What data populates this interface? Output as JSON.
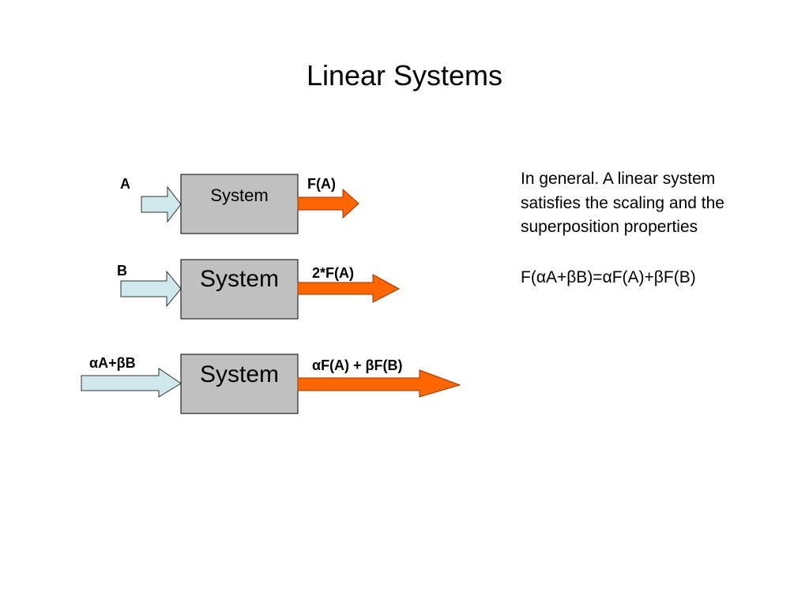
{
  "slide": {
    "title": "Linear Systems"
  },
  "diagram": {
    "rows": [
      {
        "input_label": "A",
        "system_label": "System",
        "output_label": "F(A)"
      },
      {
        "input_label": "B",
        "system_label": "System",
        "output_label": "2*F(A)"
      },
      {
        "input_label": "αA+βB",
        "system_label": "System",
        "output_label": "αF(A) + βF(B)"
      }
    ],
    "colors": {
      "input_arrow_fill": "#cfe8ec",
      "input_arrow_stroke": "#333333",
      "box_fill": "#c0c0c0",
      "box_stroke": "#000000",
      "output_arrow_fill": "#ff6600",
      "output_arrow_stroke": "#993300"
    }
  },
  "note": {
    "text": "In general.  A linear system satisfies the scaling and the superposition properties",
    "formula": "F(αA+βB)=αF(A)+βF(B)"
  }
}
